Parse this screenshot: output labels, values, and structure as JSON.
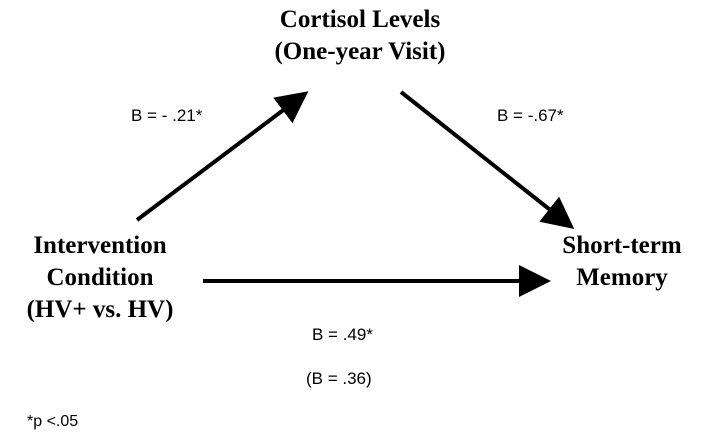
{
  "nodes": {
    "mediator": {
      "line1": "Cortisol Levels",
      "line2": "(One-year Visit)"
    },
    "predictor": {
      "line1": "Intervention",
      "line2": "Condition",
      "line3": "(HV+ vs. HV)"
    },
    "outcome": {
      "line1": "Short-term",
      "line2": "Memory"
    }
  },
  "paths": {
    "a": "B = - .21*",
    "b": "B = -.67*",
    "c": "B =  .49*",
    "c_prime": "(B = .36)"
  },
  "footnote": "*p <.05",
  "colors": {
    "arrow": "#000000",
    "text": "#000000"
  }
}
